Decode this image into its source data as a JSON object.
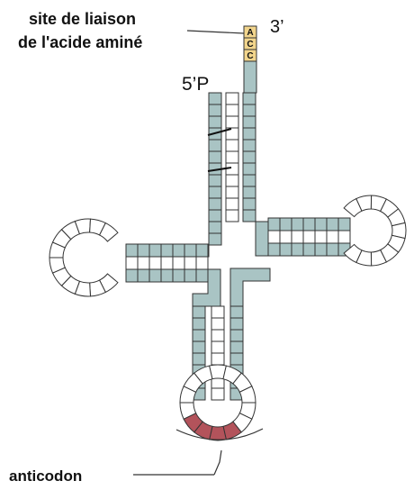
{
  "labels": {
    "binding_site_line1": "site de liaison",
    "binding_site_line2": "de l'acide aminé",
    "three_prime": "3’",
    "five_prime": "5’P",
    "anticodon": "anticodon"
  },
  "acceptor_bases": [
    "A",
    "C",
    "C"
  ],
  "colors": {
    "backbone": "#a9c4c4",
    "pair_box": "#ffffff",
    "loop_box": "#ffffff",
    "outline": "#333333",
    "acc_tail": "#f2d58c",
    "anticodon": "#b3535b",
    "text": "#111111"
  }
}
